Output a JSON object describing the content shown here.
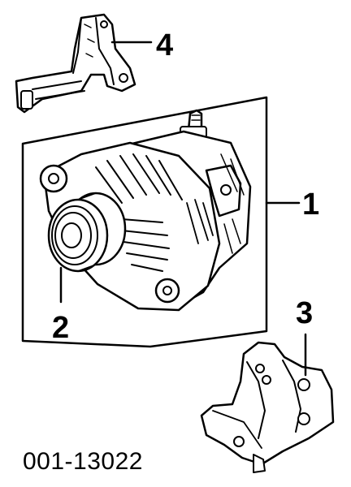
{
  "callouts": {
    "c1": "1",
    "c2": "2",
    "c3": "3",
    "c4": "4"
  },
  "part_code": "001-13022",
  "parts": {
    "p1": "alternator-assembly",
    "p2": "pulley",
    "p3": "alternator-bracket",
    "p4": "alternator-upper-bracket"
  }
}
